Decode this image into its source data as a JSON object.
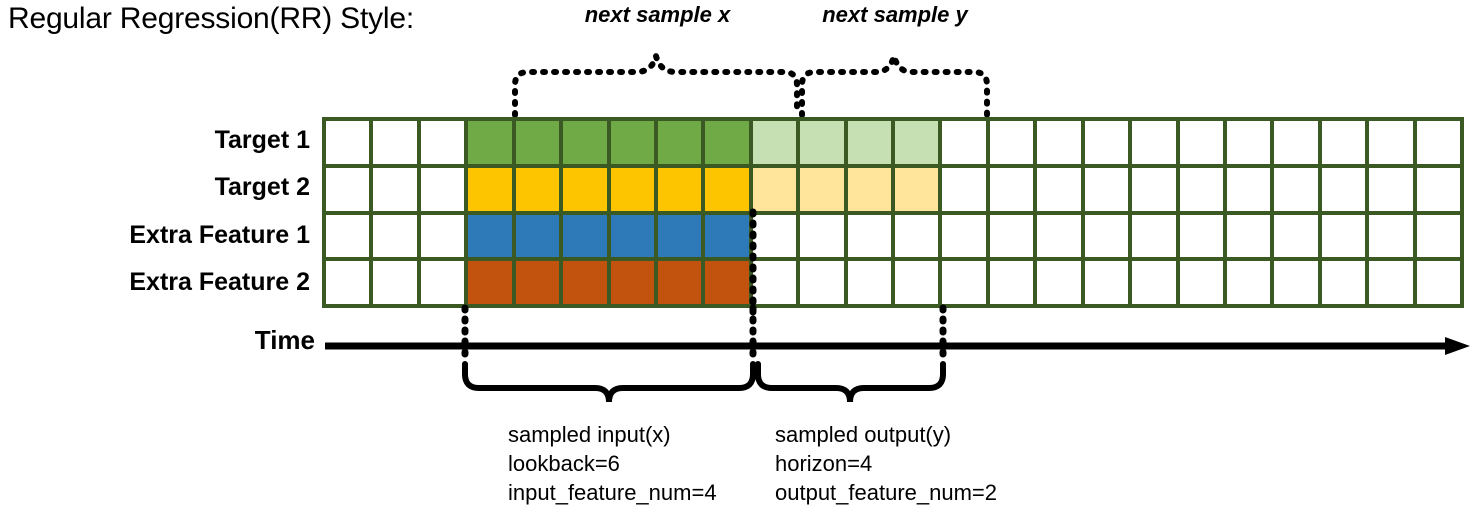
{
  "title": "Regular Regression(RR) Style:",
  "rows": [
    {
      "label": "Target 1",
      "name": "target-1"
    },
    {
      "label": "Target 2",
      "name": "target-2"
    },
    {
      "label": "Extra Feature 1",
      "name": "extra-feature-1"
    },
    {
      "label": "Extra Feature 2",
      "name": "extra-feature-2"
    }
  ],
  "grid": {
    "columns": 24,
    "leading_blank": 3,
    "input_span": 6,
    "output_span": 4,
    "trailing_blank": 11,
    "cells": [
      [
        "blank",
        "blank",
        "blank",
        "green",
        "green",
        "green",
        "green",
        "green",
        "green",
        "green-light",
        "green-light",
        "green-light",
        "green-light",
        "blank",
        "blank",
        "blank",
        "blank",
        "blank",
        "blank",
        "blank",
        "blank",
        "blank",
        "blank",
        "blank"
      ],
      [
        "blank",
        "blank",
        "blank",
        "yellow",
        "yellow",
        "yellow",
        "yellow",
        "yellow",
        "yellow",
        "yellow-light",
        "yellow-light",
        "yellow-light",
        "yellow-light",
        "blank",
        "blank",
        "blank",
        "blank",
        "blank",
        "blank",
        "blank",
        "blank",
        "blank",
        "blank",
        "blank"
      ],
      [
        "blank",
        "blank",
        "blank",
        "blue",
        "blue",
        "blue",
        "blue",
        "blue",
        "blue",
        "blank",
        "blank",
        "blank",
        "blank",
        "blank",
        "blank",
        "blank",
        "blank",
        "blank",
        "blank",
        "blank",
        "blank",
        "blank",
        "blank",
        "blank"
      ],
      [
        "blank",
        "blank",
        "blank",
        "orange",
        "orange",
        "orange",
        "orange",
        "orange",
        "orange",
        "blank",
        "blank",
        "blank",
        "blank",
        "blank",
        "blank",
        "blank",
        "blank",
        "blank",
        "blank",
        "blank",
        "blank",
        "blank",
        "blank",
        "blank"
      ]
    ]
  },
  "colors": {
    "grid_border": "#3B5A23",
    "green": "#6FAA46",
    "green_light": "#C6E0B4",
    "yellow": "#FDC500",
    "yellow_light": "#FFE49B",
    "blue": "#2E79B8",
    "orange": "#C1530F",
    "axis": "#000000"
  },
  "time_axis": {
    "label": "Time"
  },
  "top_braces": [
    {
      "name": "next-sample-x",
      "label": "next sample x"
    },
    {
      "name": "next-sample-y",
      "label": "next sample y"
    }
  ],
  "bottom_braces": [
    {
      "name": "sampled-input",
      "lines": [
        "sampled input(x)",
        "lookback=6",
        "input_feature_num=4"
      ]
    },
    {
      "name": "sampled-output",
      "lines": [
        "sampled output(y)",
        "horizon=4",
        "output_feature_num=2"
      ]
    }
  ]
}
